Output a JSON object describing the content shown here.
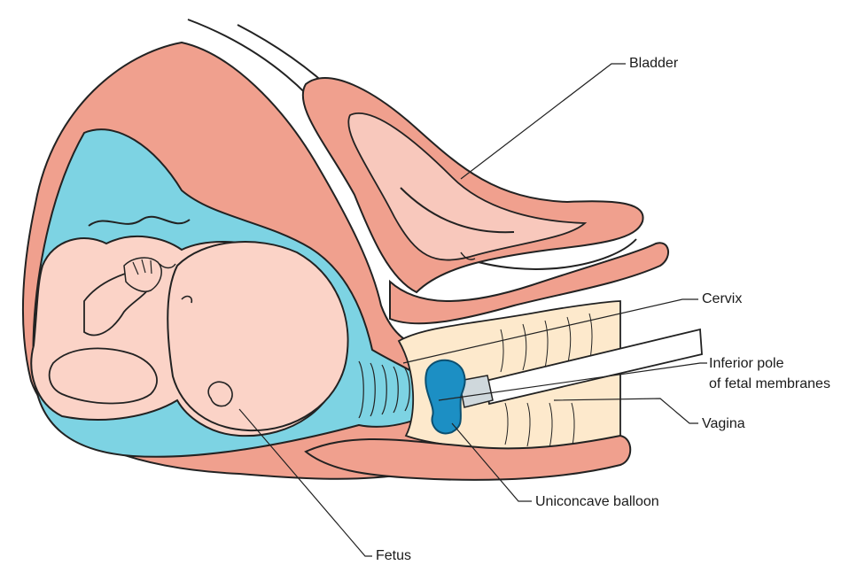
{
  "labels": {
    "bladder": "Bladder",
    "cervix": "Cervix",
    "inferior_pole_line1": "Inferior pole",
    "inferior_pole_line2": "of fetal membranes",
    "vagina": "Vagina",
    "balloon": "Uniconcave balloon",
    "fetus": "Fetus"
  },
  "colors": {
    "uterine_wall": "#f0a08e",
    "amniotic_fluid": "#7dd3e3",
    "fetal_skin": "#fbd3c7",
    "bladder_inner": "#f8c8bc",
    "vaginal_canal": "#fde9cc",
    "balloon": "#1c8fc4",
    "outline": "#222222"
  }
}
